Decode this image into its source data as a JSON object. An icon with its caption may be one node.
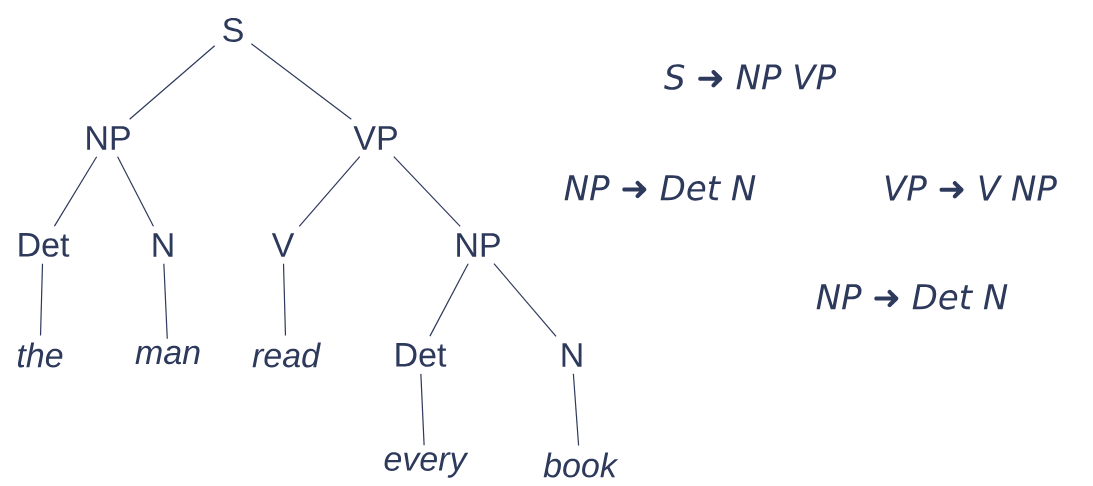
{
  "diagram": {
    "nodes": [
      {
        "text": [
          "S"
        ]
      },
      {
        "text": [
          "NP"
        ]
      },
      {
        "text": [
          "VP"
        ]
      },
      {
        "text": [
          "Det"
        ]
      },
      {
        "text": [
          "N"
        ]
      },
      {
        "text": [
          "V"
        ]
      },
      {
        "text": [
          "NP"
        ]
      },
      {
        "text": [
          "the"
        ]
      },
      {
        "text": [
          "man"
        ]
      },
      {
        "text": [
          "read"
        ]
      },
      {
        "text": [
          "Det"
        ]
      },
      {
        "text": [
          "N"
        ]
      },
      {
        "text": [
          "every"
        ]
      },
      {
        "text": [
          "book"
        ]
      }
    ],
    "edges": [
      {
        "from": 0,
        "to": 1,
        "arrow": "none"
      },
      {
        "from": 0,
        "to": 2,
        "arrow": "none"
      },
      {
        "from": 1,
        "to": 3,
        "arrow": "none"
      },
      {
        "from": 1,
        "to": 4,
        "arrow": "none"
      },
      {
        "from": 2,
        "to": 5,
        "arrow": "none"
      },
      {
        "from": 2,
        "to": 6,
        "arrow": "none"
      },
      {
        "from": 3,
        "to": 7,
        "arrow": "none"
      },
      {
        "from": 4,
        "to": 8,
        "arrow": "none"
      },
      {
        "from": 5,
        "to": 9,
        "arrow": "none"
      },
      {
        "from": 6,
        "to": 10,
        "arrow": "none"
      },
      {
        "from": 6,
        "to": 11,
        "arrow": "none"
      },
      {
        "from": 10,
        "to": 12,
        "arrow": "none"
      },
      {
        "from": 11,
        "to": 13,
        "arrow": "none"
      }
    ],
    "labels": [
      "S ➜ NP VP",
      "NP ➜ Det N",
      "VP ➜ V NP",
      "NP ➜ Det N"
    ]
  }
}
